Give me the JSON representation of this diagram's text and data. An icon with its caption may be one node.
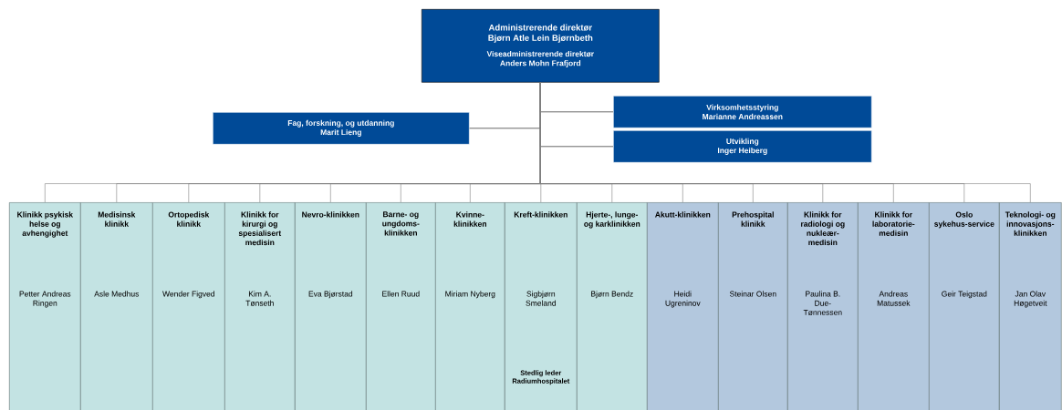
{
  "diagram": {
    "nodes": [
      {
        "text": [
          "Administrerende direktør",
          "Bjørn Atle Lein Bjørnbeth",
          "Viseadministrerende direktør",
          "Anders Mohn Frafjord"
        ]
      },
      {
        "text": [
          "Fag, forskning,  og utdanning",
          "Marit Lieng"
        ]
      },
      {
        "text": [
          "Virksomhetsstyring",
          "Marianne Andreassen"
        ]
      },
      {
        "text": [
          "Utvikling",
          "Inger Heiberg"
        ]
      },
      {
        "text": [
          "Klinikk psykisk helse og avhengighet",
          "Petter Andreas Ringen"
        ]
      },
      {
        "text": [
          "Medisinsk klinikk",
          "Asle Medhus"
        ]
      },
      {
        "text": [
          "Ortopedisk klinikk",
          "Wender Figved"
        ]
      },
      {
        "text": [
          "Klinikk for kirurgi og spesialisert medisin",
          "Kim A. Tønseth"
        ]
      },
      {
        "text": [
          "Nevro-klinikken",
          "Eva Bjørstad"
        ]
      },
      {
        "text": [
          "Barne- og ungdoms-klinikken",
          "Ellen Ruud"
        ]
      },
      {
        "text": [
          "Kvinne-klinikken",
          "Miriam Nyberg"
        ]
      },
      {
        "text": [
          "Kreft-klinikken",
          "Sigbjørn Smeland",
          "Stedlig leder Radiumhospitalet"
        ]
      },
      {
        "text": [
          "Hjerte-, lunge- og karklinikken",
          "Bjørn Bendz"
        ]
      },
      {
        "text": [
          "Akutt-klinikken",
          "Heidi Ugreninov"
        ]
      },
      {
        "text": [
          "Prehospital klinikk",
          "Steinar Olsen"
        ]
      },
      {
        "text": [
          "Klinikk for radiologi og nukleær-medisin",
          "Paulina B. Due-Tønnessen"
        ]
      },
      {
        "text": [
          "Klinikk for laboratorie-medisin",
          "Andreas Matussek"
        ]
      },
      {
        "text": [
          "Oslo sykehus-service",
          "Geir Teigstad"
        ]
      },
      {
        "text": [
          "Teknologi- og innovasjons-klinikken",
          "Jan Olav Høgetveit"
        ]
      }
    ],
    "edges": [
      {
        "from": 0,
        "to": 1,
        "arrow": "none",
        "color": "#000000"
      },
      {
        "from": 0,
        "to": 2,
        "arrow": "none",
        "color": "#000000"
      },
      {
        "from": 0,
        "to": 3,
        "arrow": "none",
        "color": "#000000"
      },
      {
        "from": 0,
        "to": 4,
        "arrow": "none"
      },
      {
        "from": 0,
        "to": 5,
        "arrow": "none"
      },
      {
        "from": 0,
        "to": 6,
        "arrow": "none"
      },
      {
        "from": 0,
        "to": 7,
        "arrow": "none"
      },
      {
        "from": 0,
        "to": 8,
        "arrow": "none"
      },
      {
        "from": 0,
        "to": 9,
        "arrow": "none"
      },
      {
        "from": 0,
        "to": 10,
        "arrow": "none"
      },
      {
        "from": 0,
        "to": 11,
        "arrow": "none"
      },
      {
        "from": 0,
        "to": 12,
        "arrow": "none"
      },
      {
        "from": 0,
        "to": 13,
        "arrow": "none"
      },
      {
        "from": 0,
        "to": 14,
        "arrow": "none"
      },
      {
        "from": 0,
        "to": 15,
        "arrow": "none"
      },
      {
        "from": 0,
        "to": 16,
        "arrow": "none"
      },
      {
        "from": 0,
        "to": 17,
        "arrow": "none"
      },
      {
        "from": 0,
        "to": 18,
        "arrow": "none"
      }
    ]
  }
}
